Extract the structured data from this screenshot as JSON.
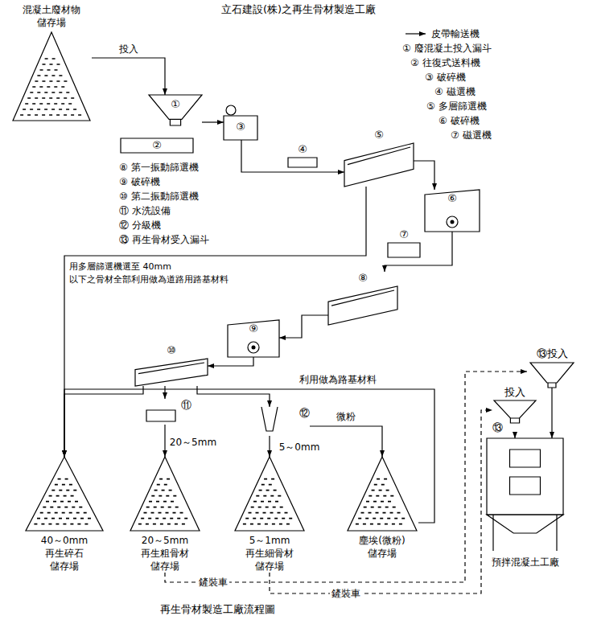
{
  "diagram": {
    "title": "立石建設(株)之再生骨材製造工廠",
    "caption": "再生骨材製造工廠流程圖",
    "nodes": [
      {
        "text": [
          "混凝土廢材物 儲存場"
        ]
      },
      {
        "text": [
          "①"
        ]
      },
      {
        "text": [
          "②"
        ]
      },
      {
        "text": [
          "③"
        ]
      },
      {
        "text": [
          "④"
        ]
      },
      {
        "text": [
          "⑤"
        ]
      },
      {
        "text": [
          "⑥"
        ]
      },
      {
        "text": [
          "⑦"
        ]
      },
      {
        "text": [
          "⑧"
        ]
      },
      {
        "text": [
          "⑨"
        ]
      },
      {
        "text": [
          "⑩"
        ]
      },
      {
        "text": [
          "⑪"
        ]
      },
      {
        "text": [
          "⑫"
        ]
      },
      {
        "text": [
          "40～0mm 再生碎石 儲存場"
        ]
      },
      {
        "text": [
          "20～5mm 再生粗骨材 儲存場"
        ]
      },
      {
        "text": [
          "5～1mm 再生細骨材 儲存場"
        ]
      },
      {
        "text": [
          "塵埃(微粉) 儲存場"
        ]
      },
      {
        "text": [
          "⑬投入"
        ]
      },
      {
        "text": [
          "投入",
          "⑬"
        ]
      },
      {
        "text": [
          "預拌混凝土工廠"
        ]
      }
    ],
    "edges": [
      {
        "from": 0,
        "to": 1,
        "arrow": "to",
        "label": "投入"
      },
      {
        "from": 1,
        "to": 3,
        "arrow": "to"
      },
      {
        "from": 3,
        "to": 5,
        "arrow": "to"
      },
      {
        "from": 5,
        "to": 6,
        "arrow": "to"
      },
      {
        "from": 6,
        "to": 8,
        "arrow": "to"
      },
      {
        "from": 8,
        "to": 9,
        "arrow": "to"
      },
      {
        "from": 9,
        "to": 10,
        "arrow": "to"
      },
      {
        "from": 10,
        "to": 13,
        "arrow": "to"
      },
      {
        "from": 5,
        "to": 13,
        "arrow": "to"
      },
      {
        "from": 10,
        "to": 11,
        "arrow": "to"
      },
      {
        "from": 11,
        "to": 14,
        "arrow": "to",
        "label": "20～5mm"
      },
      {
        "from": 10,
        "to": 12,
        "arrow": "to"
      },
      {
        "from": 12,
        "to": 15,
        "arrow": "to",
        "label": "5～0mm"
      },
      {
        "from": 12,
        "to": 16,
        "arrow": "to",
        "label": "微粉"
      },
      {
        "from": 16,
        "to": 13,
        "arrow": "to",
        "label": "利用做為路基材料"
      },
      {
        "from": 14,
        "to": 17,
        "arrow": "to",
        "label": "鏟裝車"
      },
      {
        "from": 15,
        "to": 18,
        "arrow": "to",
        "label": "鏟裝車"
      },
      {
        "from": 17,
        "to": 19,
        "arrow": "to"
      },
      {
        "from": 18,
        "to": 19,
        "arrow": "to"
      }
    ],
    "labels": [
      "① 廢混凝土投入漏斗",
      "② 往復式送料機",
      "③ 破碎機",
      "④ 磁選機",
      "⑤ 多層篩選機",
      "⑥ 破碎機",
      "⑦ 磁選機",
      "⑧ 第一振動篩選機",
      "⑨ 破碎機",
      "⑩ 第二振動篩選機",
      "⑪ 水洗設備",
      "⑫ 分級機",
      "⑬ 再生骨材受入漏斗",
      "用多層篩選機選至 40mm 以下之骨材全部利用做為道路用路基材料"
    ],
    "legend": [
      {
        "text": "皮帶輸送機"
      }
    ]
  }
}
